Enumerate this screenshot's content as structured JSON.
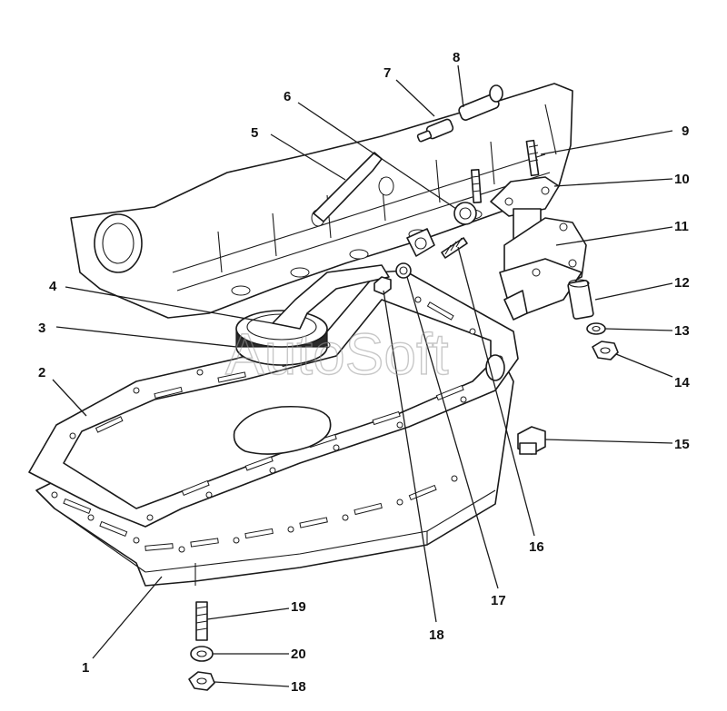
{
  "diagram": {
    "watermark": "AutoSoft",
    "callouts": [
      {
        "id": "c1",
        "label": "1"
      },
      {
        "id": "c2",
        "label": "2"
      },
      {
        "id": "c3",
        "label": "3"
      },
      {
        "id": "c4",
        "label": "4"
      },
      {
        "id": "c5",
        "label": "5"
      },
      {
        "id": "c6",
        "label": "6"
      },
      {
        "id": "c7",
        "label": "7"
      },
      {
        "id": "c8",
        "label": "8"
      },
      {
        "id": "c9",
        "label": "9"
      },
      {
        "id": "c10",
        "label": "10"
      },
      {
        "id": "c11",
        "label": "11"
      },
      {
        "id": "c12",
        "label": "12"
      },
      {
        "id": "c13",
        "label": "13"
      },
      {
        "id": "c14",
        "label": "14"
      },
      {
        "id": "c15",
        "label": "15"
      },
      {
        "id": "c16",
        "label": "16"
      },
      {
        "id": "c17",
        "label": "17"
      },
      {
        "id": "c18a",
        "label": "18"
      },
      {
        "id": "c19",
        "label": "19"
      },
      {
        "id": "c20",
        "label": "20"
      },
      {
        "id": "c18b",
        "label": "18"
      }
    ]
  }
}
